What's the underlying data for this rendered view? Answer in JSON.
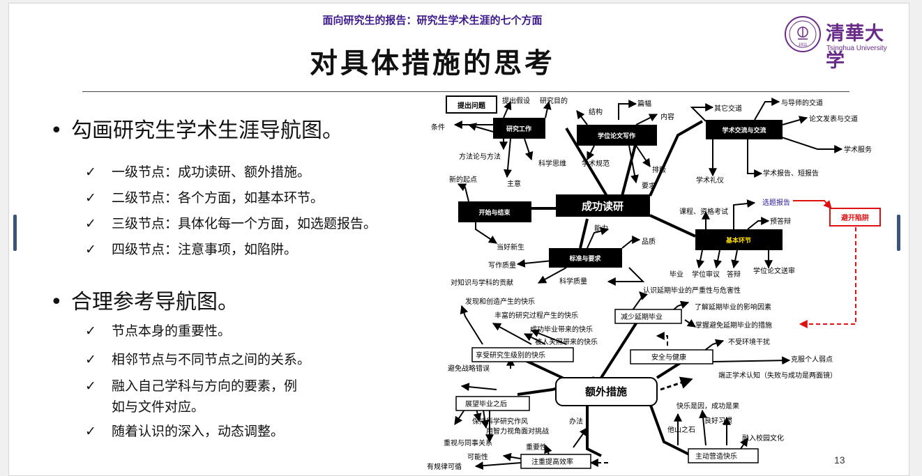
{
  "header": {
    "subtitle": "面向研究生的报告：研究生学术生涯的七个方面",
    "title": "对具体措施的思考"
  },
  "logo": {
    "name_cn": "清華大学",
    "name_en": "Tsinghua University",
    "seal_text": "1911"
  },
  "colors": {
    "subtitle": "#3d1a8c",
    "logo": "#6a2a8a",
    "node_fill": "#000000",
    "highlight_red": "#e01010",
    "highlight_blue": "#2a1a9a",
    "yellow_text": "#ffe000"
  },
  "content": {
    "section1": {
      "title": "勾画研究生学术生涯导航图。",
      "items": [
        "一级节点：成功读研、额外措施。",
        "二级节点：各个方面，如基本环节。",
        "三级节点：具体化每一个方面，如选题报告。",
        "四级节点：注意事项，如陷阱。"
      ]
    },
    "section2": {
      "title": "合理参考导航图。",
      "items": [
        "节点本身的重要性。",
        "相邻节点与不同节点之间的关系。",
        "融入自己学科与方向的要素，例",
        "如与文件对应。",
        "随着认识的深入，动态调整。"
      ]
    }
  },
  "bullet_symbol": "•",
  "check_symbol": "✓",
  "mindmap": {
    "root1": "成功读研",
    "root2": "额外措施",
    "research": "研究工作",
    "thesis": "学位论文写作",
    "exchange": "学术交流与交流",
    "startend": "开始与结束",
    "standard": "标准与要求",
    "basic": "基本环节",
    "l_tiwen": "提出问题",
    "l_jiashe": "提出假设",
    "l_mudi": "研究目的",
    "l_tiaojian": "条件",
    "l_fangfa": "方法论与方法",
    "l_siwei": "科学思维",
    "l_zhuyi": "主意",
    "l_jiegou": "结构",
    "l_pianfu": "篇幅",
    "l_neirong": "内容",
    "l_guifan": "学术规范",
    "l_paiban": "排版",
    "l_yaoqiu": "要求",
    "l_qita": "其它交道",
    "l_daoshi": "与导师的交道",
    "l_lunwen": "论文发表与交道",
    "l_fuwu": "学术服务",
    "l_liyi": "学术礼仪",
    "l_baogao": "学术报告、短报告",
    "l_qidian": "新的起点",
    "l_xinsheng": "当好新生",
    "l_nengli": "能力",
    "l_pinzhi": "品质",
    "l_xiezuo": "写作质量",
    "l_gongxian": "对知识与学科的贡献",
    "l_kexue": "科学质量",
    "l_kecheng": "课程、资格考试",
    "l_xuanti": "选题报告",
    "l_yudabian": "预答辩",
    "l_biye": "毕业",
    "l_shenyi": "学位审议",
    "l_dabian": "答辩",
    "l_songshen": "学位论文送审",
    "l_xianjing": "避开陷阱",
    "l_jianshao": "减少延期毕业",
    "l_renshi": "认识延期毕业的严重性与危害性",
    "l_liaojie": "了解延期毕业的影响因素",
    "l_zhangwo": "掌握避免延期毕业的措施",
    "l_xiangshou": "享受研究生级别的快乐",
    "l_faxian": "发现和创造产生的快乐",
    "l_fengfu": "丰富的研究过程产生的快乐",
    "l_chenggong": "成功毕业带来的快乐",
    "l_beiren": "被人关照带来的快乐",
    "l_anquan": "安全与健康",
    "l_huanjing": "不受环境干扰",
    "l_kefu": "克服个人弱点",
    "l_zhanlue": "避免战略错误",
    "l_duanzheng": "端正学术认知（失败与成功是两面镜）",
    "l_zhanwang": "展望毕业之后",
    "l_zuofeng": "保持科学研究作风",
    "l_zhili": "用智力视角面对挑战",
    "l_tongshi": "重视与同事关系",
    "l_banfa": "办法",
    "l_zhongyao": "重要性",
    "l_kenengxing": "可能性",
    "l_guilv": "有规律可循",
    "l_xiaolv": "注重提高效率",
    "l_kuaile": "快乐是因，成功是果",
    "l_xiguan": "良好习惯",
    "l_tashan": "他山之石",
    "l_wenhua": "融入校园文化",
    "l_yingzao": "主动营造快乐"
  },
  "page_number": "13"
}
